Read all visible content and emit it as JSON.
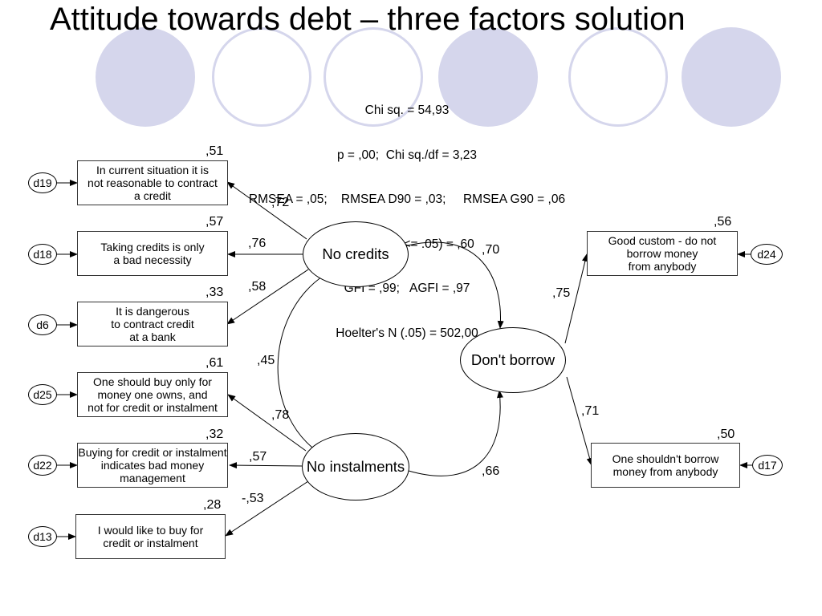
{
  "title": "Attitude towards debt – three factors solution",
  "fit_statistics": [
    "Chi sq. = 54,93",
    "p = ,00;  Chi sq./df = 3,23",
    "RMSEA = ,05;    RMSEA D90 = ,03;     RMSEA G90 = ,06",
    "Pr(RMSEA <= .05) = ,60",
    "GFI = ,99;   AGFI = ,97",
    "Hoelter's N (.05) = 502,00"
  ],
  "latent_factors": {
    "no_credits": "No credits",
    "dont_borrow": "Don't borrow",
    "no_instalments": "No instalments"
  },
  "indicators": [
    {
      "id": "d19",
      "text": "In current situation it is\nnot reasonable to contract\na credit",
      "r2": ",51",
      "loading": ",72"
    },
    {
      "id": "d18",
      "text": "Taking credits is only\na bad necessity",
      "r2": ",57",
      "loading": ",76"
    },
    {
      "id": "d6",
      "text": "It is dangerous\nto contract credit\nat a bank",
      "r2": ",33",
      "loading": ",58"
    },
    {
      "id": "d25",
      "text": "One should buy only for\nmoney one owns, and\nnot for credit or instalment",
      "r2": ",61",
      "loading": ",78"
    },
    {
      "id": "d22",
      "text": "Buying for credit or instalment\nindicates bad money\nmanagement",
      "r2": ",32",
      "loading": ",57"
    },
    {
      "id": "d13",
      "text": "I would like to buy for\ncredit or instalment",
      "r2": ",28",
      "loading": "-,53"
    },
    {
      "id": "d24",
      "text": "Good custom - do not\nborrow money\nfrom anybody",
      "r2": ",56",
      "loading": ",75"
    },
    {
      "id": "d17",
      "text": "One shouldn't borrow\nmoney from anybody",
      "r2": ",50",
      "loading": ",71"
    }
  ],
  "correlations": {
    "no_credits_dont_borrow": ",70",
    "no_credits_no_instalments": ",45",
    "no_instalments_dont_borrow": ",66"
  },
  "colors": {
    "decoration": "#d5d6ec",
    "line": "#000000"
  }
}
